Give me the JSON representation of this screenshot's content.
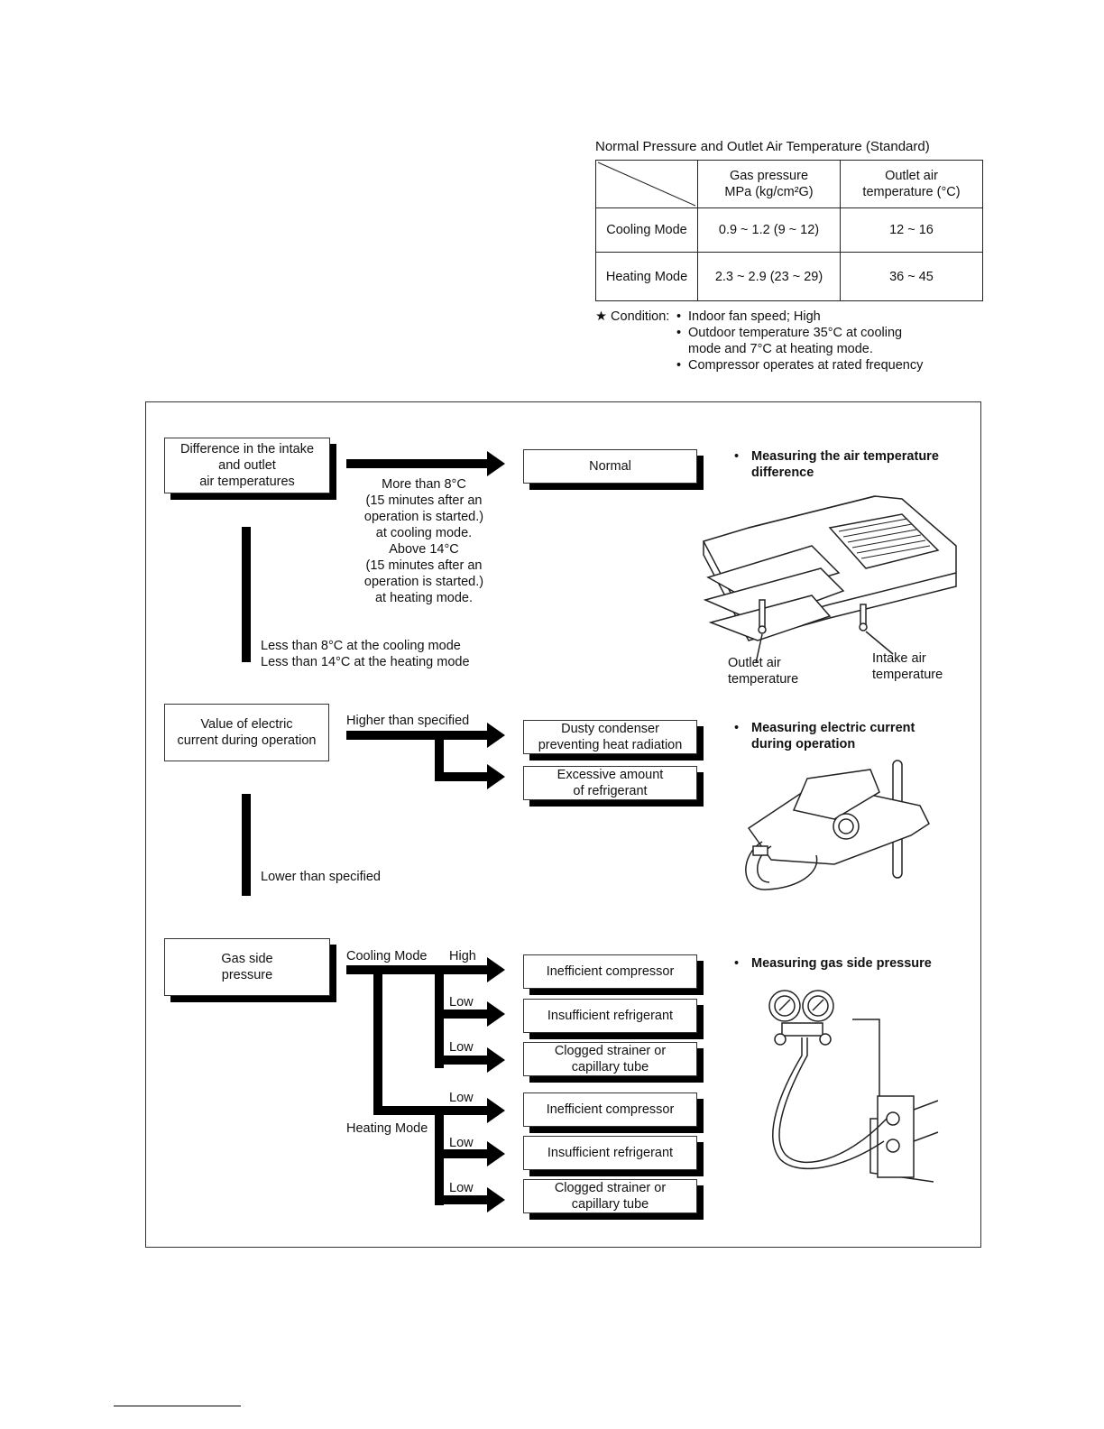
{
  "table": {
    "title": "Normal Pressure and Outlet Air Temperature (Standard)",
    "headers": [
      "",
      "Gas pressure\nMPa (kg/cm²G)",
      "Outlet air\ntemperature (°C)"
    ],
    "rows": [
      {
        "mode": "Cooling Mode",
        "pressure": "0.9 ~ 1.2 (9 ~ 12)",
        "temp": "12 ~ 16"
      },
      {
        "mode": "Heating Mode",
        "pressure": "2.3 ~ 2.9 (23 ~ 29)",
        "temp": "36 ~ 45"
      }
    ]
  },
  "condition": {
    "label": "★ Condition:",
    "items": [
      "Indoor fan speed; High",
      "Outdoor temperature 35°C at cooling\nmode and 7°C at heating mode.",
      "Compressor operates at rated frequency"
    ]
  },
  "section1": {
    "box": "Difference in the intake\nand outlet\nair temperatures",
    "normal_condition": "More than 8°C\n(15 minutes after an\noperation is started.)\nat cooling mode.\nAbove 14°C\n(15 minutes after an\noperation is started.)\nat heating mode.",
    "result": "Normal",
    "abnormal_condition": "Less than 8°C at the cooling mode\nLess than 14°C at the heating mode",
    "note_title": "Measuring the air temperature\ndifference",
    "label_outlet": "Outlet air\ntemperature",
    "label_intake": "Intake air\ntemperature"
  },
  "section2": {
    "box": "Value of electric\ncurrent during operation",
    "higher_label": "Higher than specified",
    "result1": "Dusty condenser\npreventing heat radiation",
    "result2": "Excessive amount\nof refrigerant",
    "lower_label": "Lower than specified",
    "note_title": "Measuring electric current\nduring operation"
  },
  "section3": {
    "box": "Gas side\npressure",
    "cooling_label": "Cooling Mode",
    "heating_label": "Heating Mode",
    "high": "High",
    "low": "Low",
    "results": [
      "Inefficient compressor",
      "Insufficient refrigerant",
      "Clogged strainer or\ncapillary tube",
      "Inefficient compressor",
      "Insufficient refrigerant",
      "Clogged strainer or\ncapillary tube"
    ],
    "note_title": "Measuring gas side pressure"
  }
}
